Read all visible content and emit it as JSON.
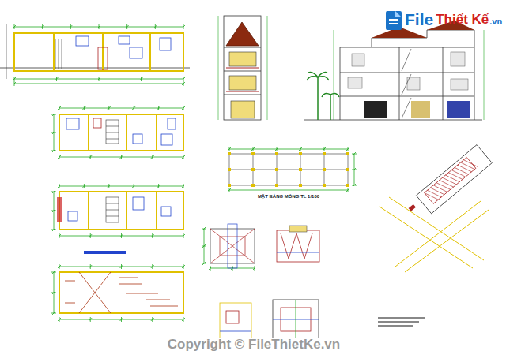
{
  "diagram": {
    "labels": [
      "File",
      "Thiết Kế",
      ".vn",
      "MẶT BẰNG MÓNG TL 1/100",
      "Copyright © FileThietKe.vn"
    ]
  }
}
